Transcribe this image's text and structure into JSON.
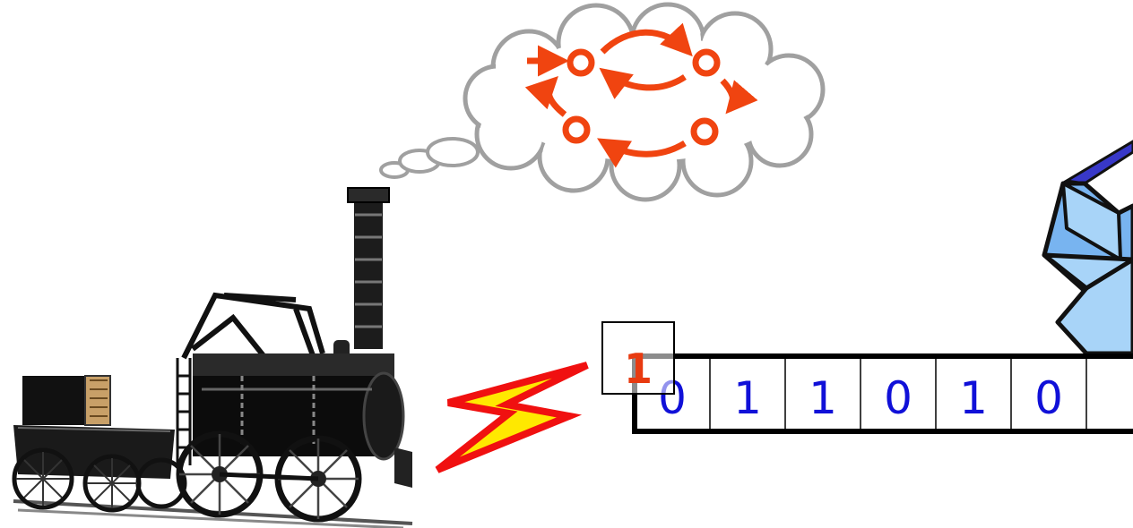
{
  "tape": {
    "cells": [
      "0",
      "1",
      "1",
      "0",
      "1",
      "0",
      ""
    ],
    "head_symbol": "1",
    "head_cell_index": 0
  },
  "thought_bubble": {
    "state_machine": {
      "states": 4,
      "start_state_index": 0,
      "transitions": [
        [
          0,
          1
        ],
        [
          1,
          0
        ],
        [
          1,
          3
        ],
        [
          3,
          2
        ],
        [
          2,
          0
        ]
      ]
    }
  },
  "colors": {
    "tape_digit": "#1010d8",
    "head_symbol": "#e83a10",
    "state_machine": "#f04410",
    "lightning_outer": "#f01010",
    "lightning_inner": "#ffe800",
    "cloud_outline": "#a0a0a0",
    "ribbon_light": "#a8d4f8",
    "ribbon_mid": "#78b4f0",
    "ribbon_dark": "#3838c8"
  },
  "icons": [
    "steam-locomotive-icon",
    "lightning-bolt-icon",
    "tape-ribbon-icon",
    "thought-cloud-icon"
  ]
}
